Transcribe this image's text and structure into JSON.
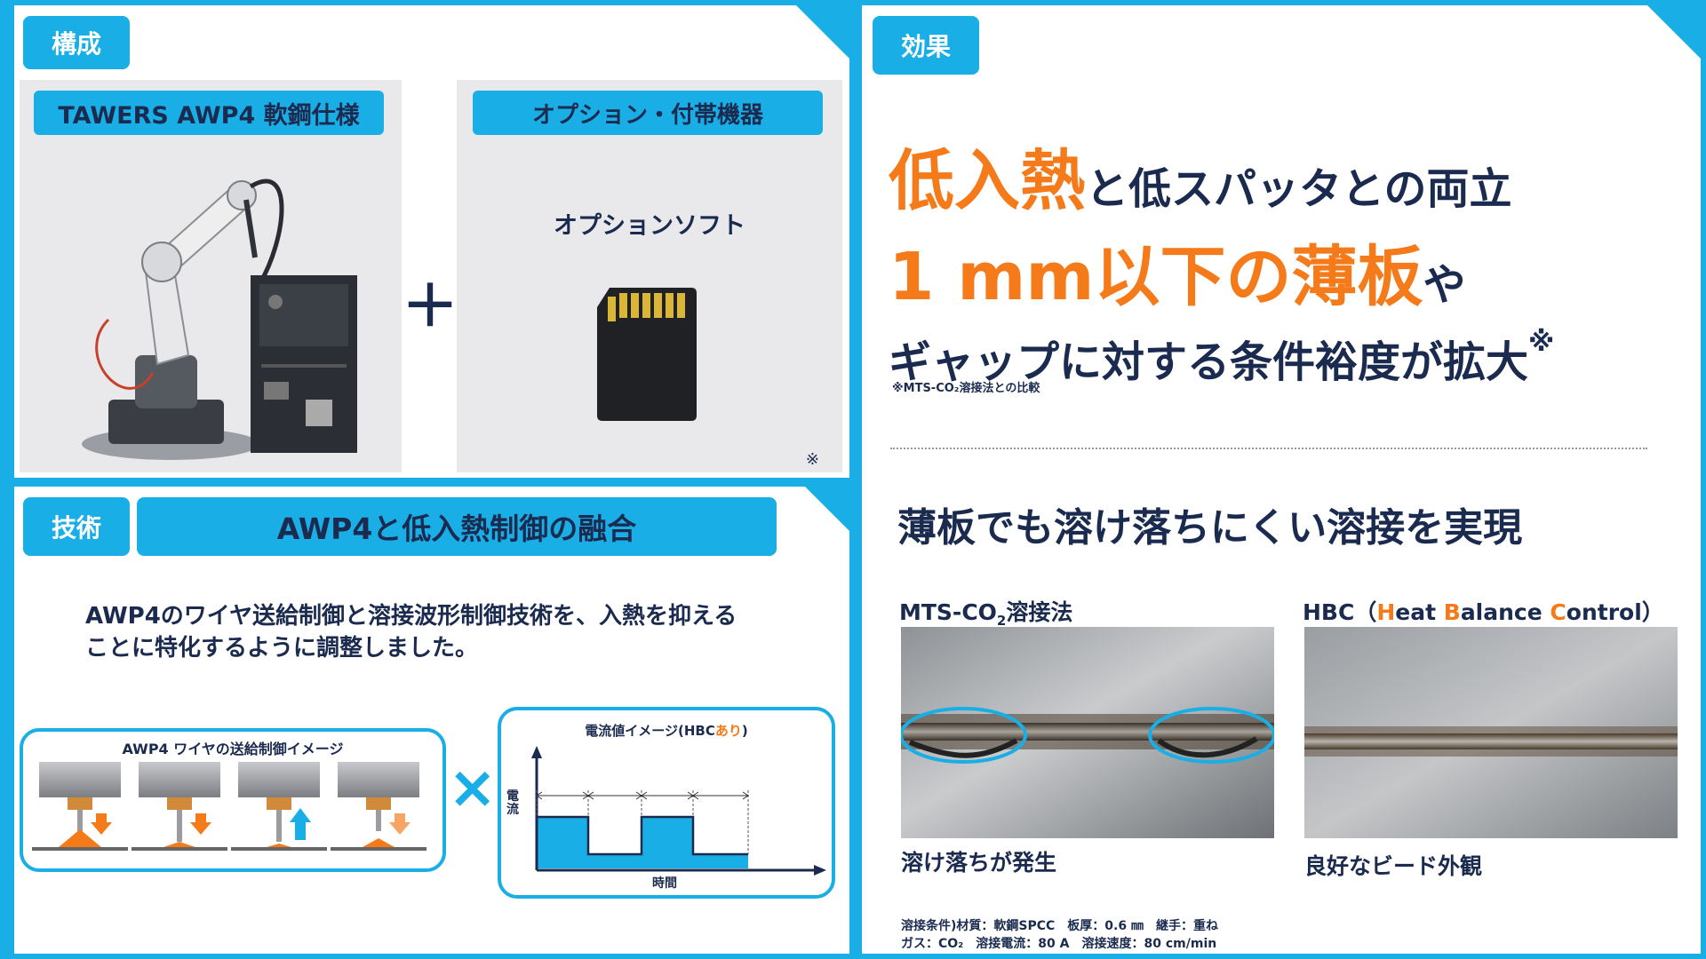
{
  "config": {
    "tag": "構成",
    "product_label": "TAWERS AWP4 軟鋼仕様",
    "plus": "＋",
    "option_label": "オプション・付帯機器",
    "option_soft": "オプションソフト",
    "option_note": "※"
  },
  "tech": {
    "tag": "技術",
    "title": "AWP4と低入熱制御の融合",
    "body_line1": "AWP4のワイヤ送給制御と溶接波形制御技術を、入熱を抑える",
    "body_line2": "ことに特化するように調整しました。",
    "feed_title": "AWP4 ワイヤの送給制御イメージ",
    "times": "×",
    "graph_title_a": "電流値イメージ(HBC",
    "graph_title_b": "あり",
    "graph_title_c": ")",
    "y_axis": "電流",
    "x_axis": "時間"
  },
  "effect": {
    "tag": "効果",
    "h1_a": "低入熱",
    "h1_b": "と低スパッタとの両立",
    "h2_a": "1 mm以下の薄板",
    "h2_b": "や",
    "h3": "ギャップに対する条件裕度が拡大",
    "h3_mark": "※",
    "footnote": "※MTS-CO₂溶接法との比較",
    "sub_heading": "薄板でも溶け落ちにくい溶接を実現",
    "left_title_a": "MTS-CO",
    "left_title_sub": "2",
    "left_title_b": "溶接法",
    "right_title_a": "HBC（",
    "right_title_H": "H",
    "right_title_eat": "eat ",
    "right_title_B": "B",
    "right_title_alance": "alance ",
    "right_title_C": "C",
    "right_title_ontrol": "ontrol）",
    "left_caption": "溶け落ちが発生",
    "right_caption": "良好なビード外観",
    "cond1": "溶接条件)材質：軟鋼SPCC　板厚：0.6 ㎜　継手：重ね",
    "cond2": "ガス：CO₂　溶接電流：80 A　溶接速度：80 cm/min"
  },
  "colors": {
    "accent": "#1aaee6",
    "navy": "#1b2b4f",
    "orange": "#f47a1a"
  }
}
